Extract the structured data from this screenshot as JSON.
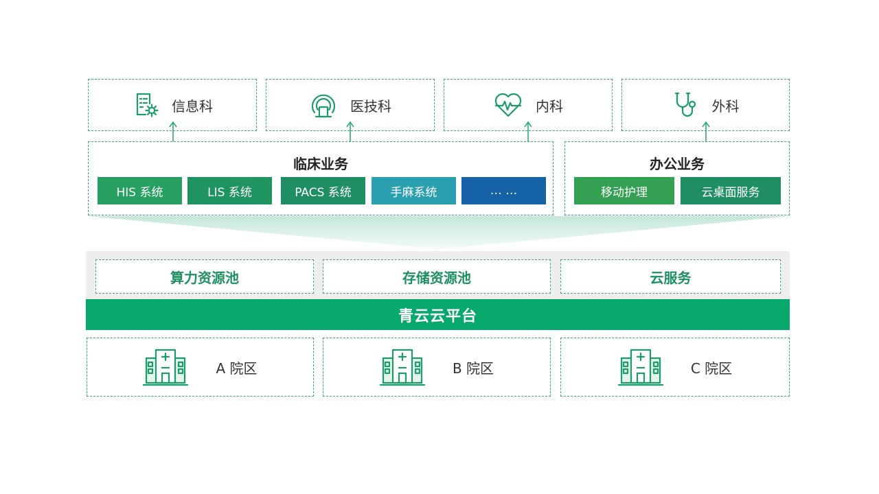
{
  "departments": [
    {
      "label": "信息科",
      "icon": "gear-document-icon"
    },
    {
      "label": "医技科",
      "icon": "medical-scanner-icon"
    },
    {
      "label": "内科",
      "icon": "heart-pulse-icon"
    },
    {
      "label": "外科",
      "icon": "stethoscope-icon"
    }
  ],
  "clinical": {
    "title": "临床业务",
    "systems": [
      {
        "label": "HIS 系统",
        "color": "#27a061"
      },
      {
        "label": "LIS 系统",
        "color": "#1f9460"
      },
      {
        "label": "PACS 系统",
        "color": "#1f8f63"
      },
      {
        "label": "手麻系统",
        "color": "#2a9fb0"
      },
      {
        "label": "… …",
        "color": "#1563a6"
      }
    ]
  },
  "office": {
    "title": "办公业务",
    "systems": [
      {
        "label": "移动护理",
        "color": "#33a052"
      },
      {
        "label": "云桌面服务",
        "color": "#1f8f63"
      }
    ]
  },
  "pools": [
    {
      "label": "算力资源池"
    },
    {
      "label": "存储资源池"
    },
    {
      "label": "云服务"
    }
  ],
  "platform": {
    "label": "青云云平台",
    "color": "#06a86c"
  },
  "campuses": [
    {
      "label": "A 院区",
      "icon": "hospital-building-icon"
    },
    {
      "label": "B 院区",
      "icon": "hospital-building-icon"
    },
    {
      "label": "C 院区",
      "icon": "hospital-building-icon"
    }
  ],
  "colors": {
    "accent": "#2eaa76",
    "line": "#3aa57a"
  }
}
